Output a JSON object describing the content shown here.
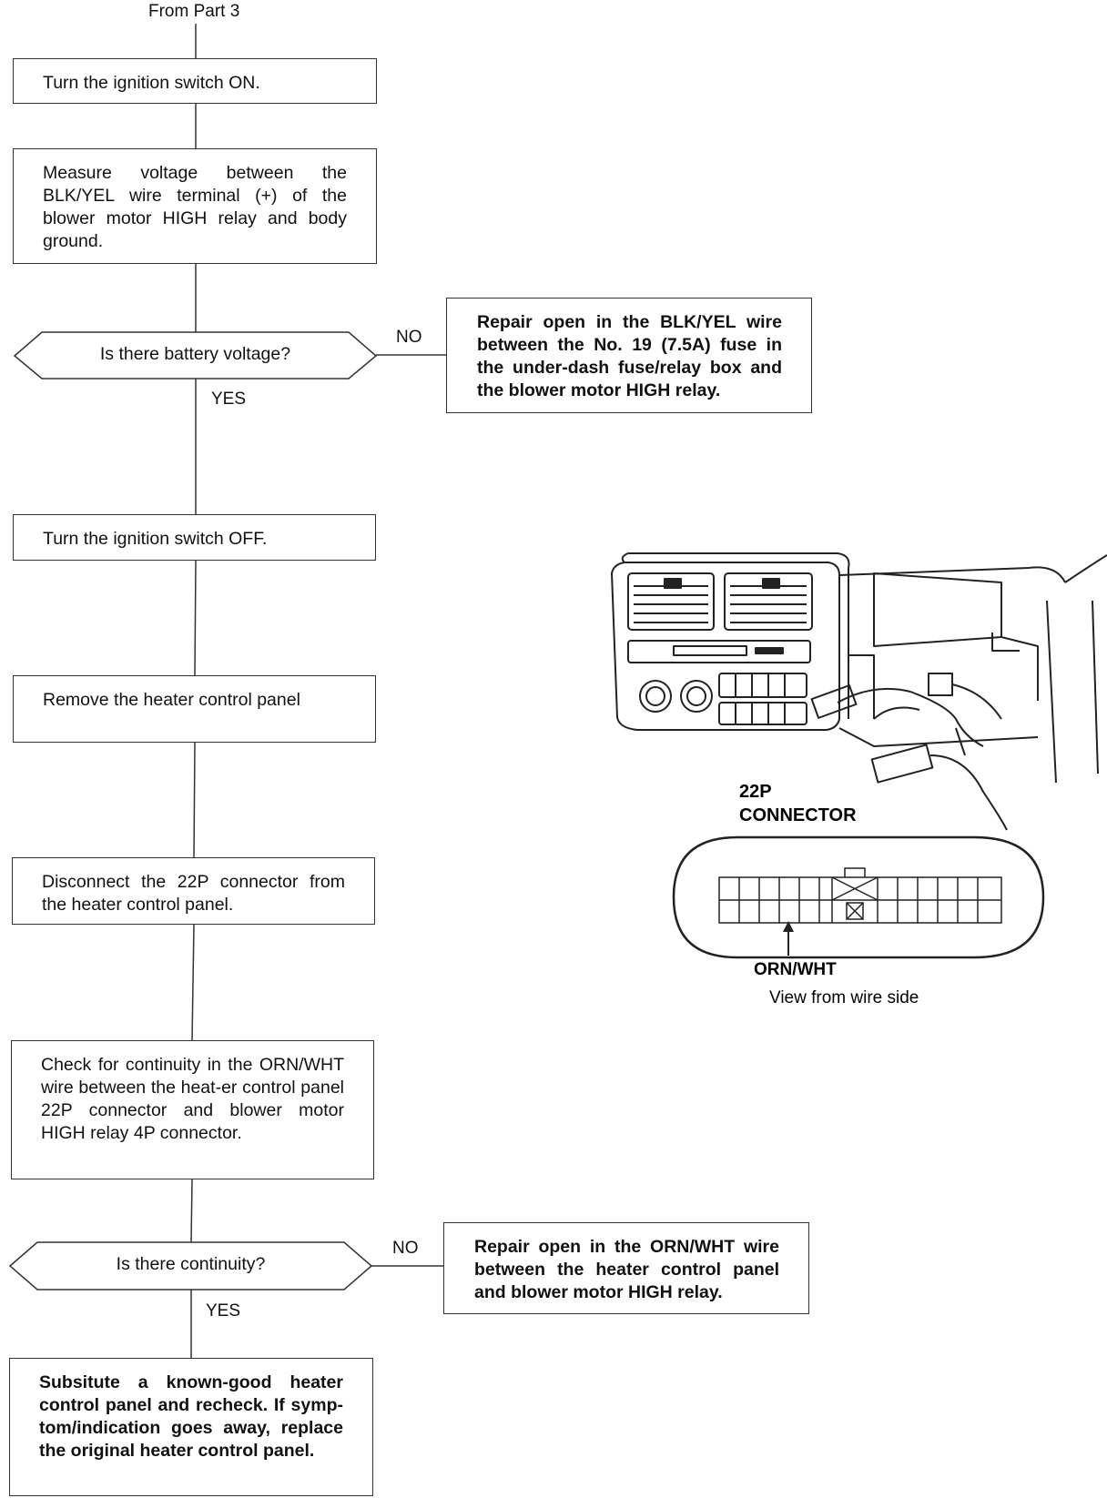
{
  "header": {
    "from_part": "From Part 3"
  },
  "steps": {
    "ignition_on": "Turn the ignition switch ON.",
    "measure_voltage": "Measure voltage between the BLK/YEL wire terminal (+) of the blower motor HIGH relay and body ground.",
    "battery_question": "Is there battery voltage?",
    "repair_blk_yel": "Repair open in the BLK/YEL wire between the No. 19 (7.5A) fuse in the under-dash fuse/relay box and the blower motor HIGH relay.",
    "ignition_off": "Turn the ignition switch OFF.",
    "remove_panel": "Remove the heater control panel",
    "disconnect_22p": "Disconnect the 22P connector from the heater control panel.",
    "check_continuity": "Check for continuity in the ORN/WHT wire between the heat-er control panel 22P connector and blower motor HIGH relay 4P connector.",
    "continuity_question": "Is there continuity?",
    "repair_orn_wht": "Repair open in the ORN/WHT wire between the heater control panel and blower motor HIGH relay.",
    "substitute": "Subsitute a known-good heater control panel and recheck. If symp-tom/indication goes away, replace the original heater control panel."
  },
  "branches": {
    "no_1": "NO",
    "yes_1": "YES",
    "no_2": "NO",
    "yes_2": "YES"
  },
  "illustration": {
    "connector_name_line1": "22P",
    "connector_name_line2": "CONNECTOR",
    "wire_label": "ORN/WHT",
    "caption": "View from wire side"
  }
}
